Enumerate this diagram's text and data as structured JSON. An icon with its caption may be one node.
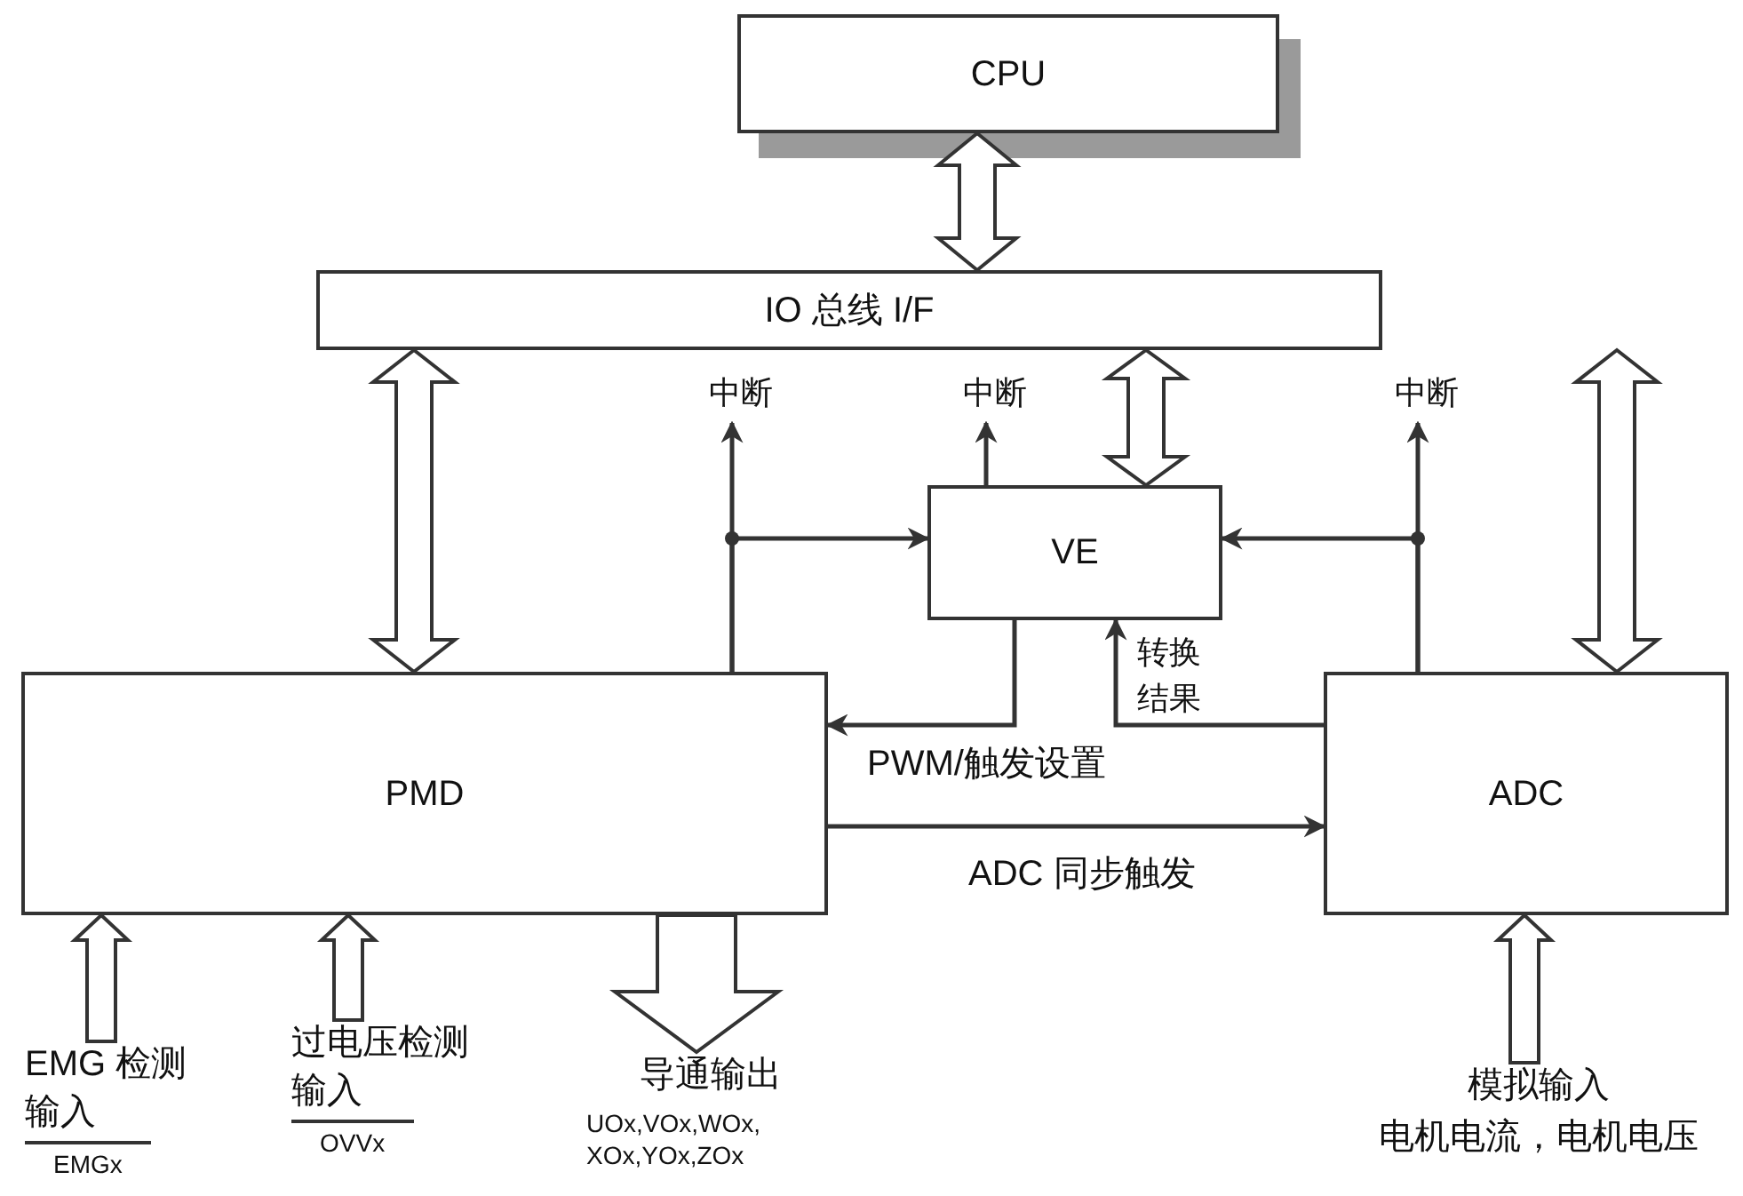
{
  "diagram": {
    "nodes": [
      {
        "text": [
          "CPU"
        ]
      },
      {
        "text": [
          "IO 总线 I/F"
        ]
      },
      {
        "text": [
          "VE"
        ]
      },
      {
        "text": [
          "PMD"
        ]
      },
      {
        "text": [
          "ADC"
        ]
      },
      {
        "text": [
          "中断"
        ]
      },
      {
        "text": [
          "中断"
        ]
      },
      {
        "text": [
          "中断"
        ]
      },
      {
        "text": [
          "EMG 检测输入",
          "EMGx"
        ]
      },
      {
        "text": [
          "过电压检测输入",
          "OVVx"
        ]
      },
      {
        "text": [
          "导通输出",
          "UOx,VOx,WOx, XOx,YOx,ZOx"
        ]
      },
      {
        "text": [
          "模拟输入",
          "电机电流，电机电压"
        ]
      }
    ],
    "edges": [
      {
        "from": 0,
        "to": 1,
        "arrow": "both",
        "style": "thick"
      },
      {
        "from": 1,
        "to": 3,
        "arrow": "both",
        "style": "thick"
      },
      {
        "from": 1,
        "to": 2,
        "arrow": "both",
        "style": "thick"
      },
      {
        "from": 1,
        "to": 4,
        "arrow": "both",
        "style": "thick"
      },
      {
        "from": 3,
        "to": 5,
        "arrow": "to"
      },
      {
        "from": 2,
        "to": 6,
        "arrow": "to"
      },
      {
        "from": 4,
        "to": 7,
        "arrow": "to"
      },
      {
        "from": 3,
        "to": 2,
        "arrow": "to"
      },
      {
        "from": 4,
        "to": 2,
        "arrow": "to"
      },
      {
        "from": 2,
        "to": 3,
        "arrow": "to",
        "label": "PWM/触发设置"
      },
      {
        "from": 4,
        "to": 2,
        "arrow": "to",
        "label": "转换结果"
      },
      {
        "from": 3,
        "to": 4,
        "arrow": "to",
        "label": "ADC 同步触发"
      },
      {
        "from": 8,
        "to": 3,
        "arrow": "to",
        "style": "thick"
      },
      {
        "from": 9,
        "to": 3,
        "arrow": "to",
        "style": "thick"
      },
      {
        "from": 3,
        "to": 10,
        "arrow": "to",
        "style": "thick"
      },
      {
        "from": 11,
        "to": 4,
        "arrow": "to",
        "style": "thick"
      }
    ]
  }
}
